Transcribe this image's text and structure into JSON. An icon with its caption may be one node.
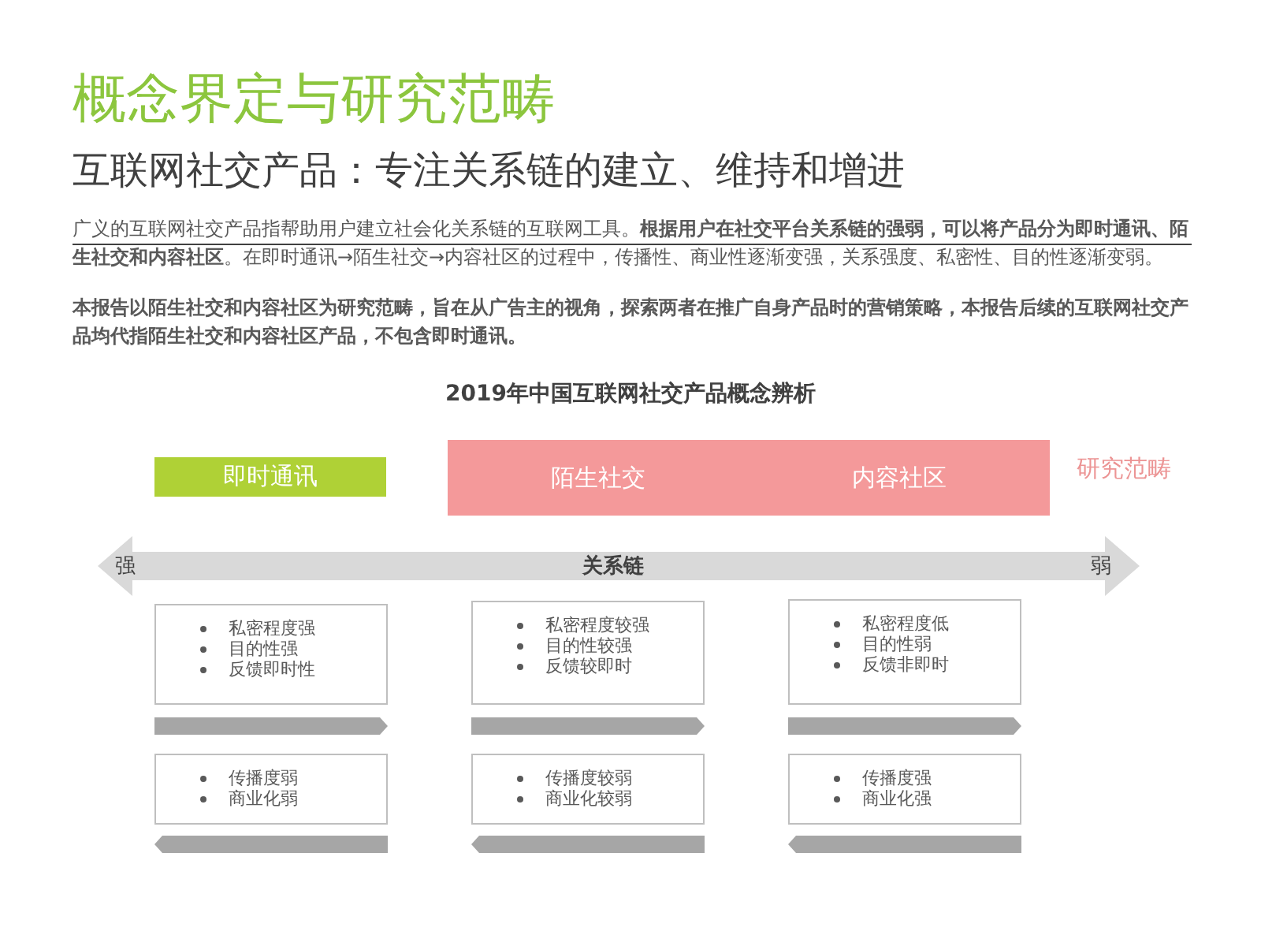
{
  "diagram": {
    "title": "概念界定与研究范畴",
    "nodes": [
      {
        "text": [
          "即时通讯"
        ]
      },
      {
        "text": [
          "陌生社交",
          "内容社区"
        ],
        "beside": [
          "研究范畴"
        ]
      },
      {
        "text": [
          "强",
          "关系链",
          "弱"
        ]
      },
      {
        "text": [
          "私密程度强",
          "目的性强",
          "反馈即时性"
        ]
      },
      {
        "text": [
          "私密程度较强",
          "目的性较强",
          "反馈较即时"
        ]
      },
      {
        "text": [
          "私密程度低",
          "目的性弱",
          "反馈非即时"
        ]
      },
      {
        "text": [],
        "shape": "arrow"
      },
      {
        "text": [],
        "shape": "arrow"
      },
      {
        "text": [],
        "shape": "arrow"
      },
      {
        "text": [
          "传播度弱",
          "商业化弱"
        ]
      },
      {
        "text": [
          "传播度较弱",
          "商业化较弱"
        ]
      },
      {
        "text": [
          "传播度强",
          "商业化强"
        ]
      },
      {
        "text": [],
        "shape": "arrow"
      },
      {
        "text": [],
        "shape": "arrow"
      },
      {
        "text": [],
        "shape": "arrow"
      }
    ],
    "edges": [],
    "labels": [
      "互联网社交产品：专注关系链的建立、维持和增进",
      "广义的互联网社交产品指帮助用户建立社会化关系链的互联网工具。**根据用户在社交平台关系链的强弱，可以将产品分为即时通讯、陌生社交和内容社区**。在即时通讯→陌生社交→内容社区的过程中，传播性、商业性逐渐变强，关系强度、私密性、目的性逐渐变弱。",
      "本报告以陌生社交和内容社区为研究范畴，旨在从广告主的视角，探索两者在推广自身产品时的营销策略，本报告后续的互联网社交产品均代指陌生社交和内容社区产品，不包含即时通讯。",
      "2019年中国互联网社交产品概念辨析"
    ]
  }
}
